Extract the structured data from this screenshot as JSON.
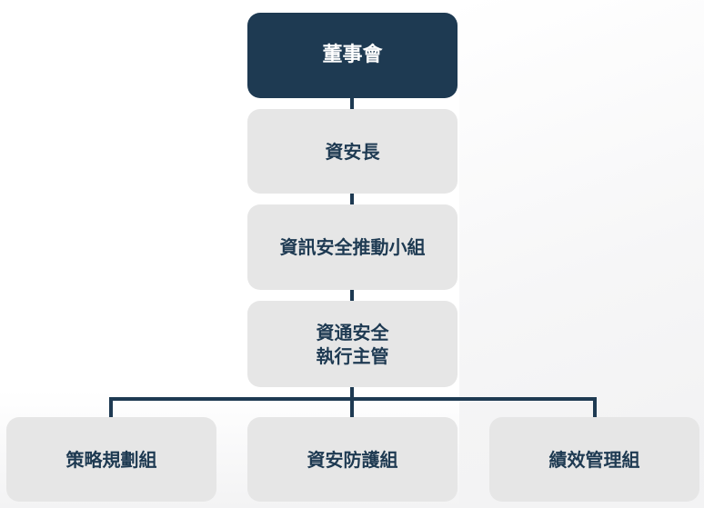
{
  "org_chart": {
    "board": "董事會",
    "ciso": "資安長",
    "committee": "資訊安全推動小組",
    "exec_line1": "資通安全",
    "exec_line2": "執行主管",
    "groups": [
      "策略規劃組",
      "資安防護組",
      "績效管理組"
    ]
  },
  "colors": {
    "primary": "#1e3a52",
    "box_fill": "#e6e6e6",
    "text_light": "#ffffff"
  }
}
